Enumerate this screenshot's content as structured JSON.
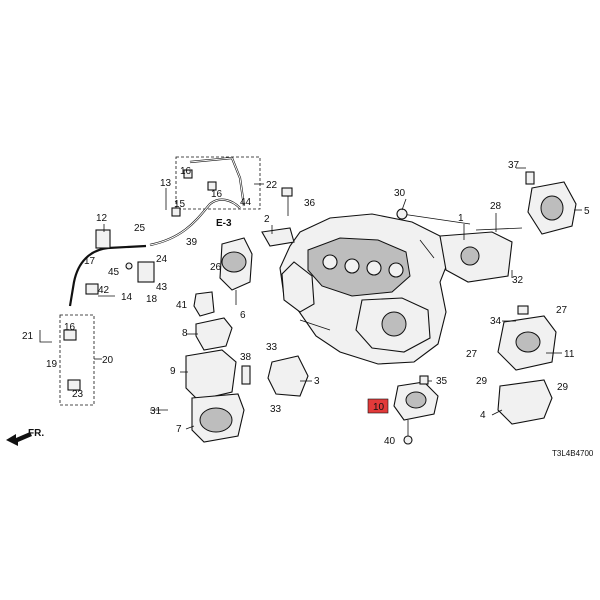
{
  "diagram": {
    "callouts": [
      "1",
      "2",
      "3",
      "4",
      "5",
      "6",
      "7",
      "8",
      "9",
      "10",
      "11",
      "12",
      "13",
      "14",
      "15",
      "16",
      "16",
      "16",
      "17",
      "18",
      "19",
      "20",
      "21",
      "22",
      "23",
      "24",
      "25",
      "26",
      "27",
      "27",
      "28",
      "29",
      "29",
      "30",
      "31",
      "32",
      "33",
      "33",
      "34",
      "35",
      "36",
      "37",
      "38",
      "39",
      "40",
      "41",
      "42",
      "43",
      "44",
      "45"
    ],
    "section_ref": "E-3",
    "front_label": "FR.",
    "diagram_code": "T3L4B4700",
    "highlight_color": "#e23a3a"
  }
}
